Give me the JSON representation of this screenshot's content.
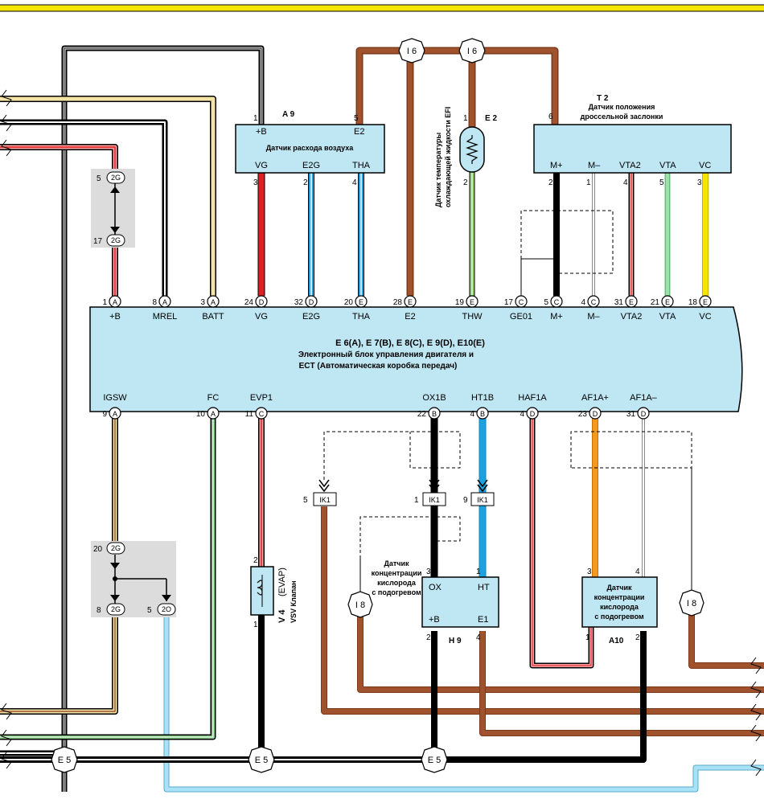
{
  "ecu": {
    "title": "E 6(A), E 7(B), E 8(C), E 9(D), E10(E)",
    "name1": "Электронный блок управления двигателя и",
    "name2": "ECT (Автоматическая коробка передач)",
    "top_pins": [
      {
        "name": "+B",
        "num": "1",
        "conn": "A"
      },
      {
        "name": "MREL",
        "num": "8",
        "conn": "A"
      },
      {
        "name": "BATT",
        "num": "3",
        "conn": "A"
      },
      {
        "name": "VG",
        "num": "24",
        "conn": "D"
      },
      {
        "name": "E2G",
        "num": "32",
        "conn": "D"
      },
      {
        "name": "THA",
        "num": "20",
        "conn": "E"
      },
      {
        "name": "E2",
        "num": "28",
        "conn": "E"
      },
      {
        "name": "THW",
        "num": "19",
        "conn": "E"
      },
      {
        "name": "GE01",
        "num": "17",
        "conn": "C"
      },
      {
        "name": "M+",
        "num": "5",
        "conn": "C"
      },
      {
        "name": "M–",
        "num": "4",
        "conn": "C"
      },
      {
        "name": "VTA2",
        "num": "31",
        "conn": "E"
      },
      {
        "name": "VTA",
        "num": "21",
        "conn": "E"
      },
      {
        "name": "VC",
        "num": "18",
        "conn": "E"
      }
    ],
    "bottom_pins": [
      {
        "name": "IGSW",
        "num": "9",
        "conn": "A"
      },
      {
        "name": "FC",
        "num": "10",
        "conn": "A"
      },
      {
        "name": "EVP1",
        "num": "11",
        "conn": "C"
      },
      {
        "name": "OX1B",
        "num": "22",
        "conn": "B"
      },
      {
        "name": "HT1B",
        "num": "4",
        "conn": "B"
      },
      {
        "name": "HAF1A",
        "num": "4",
        "conn": "D"
      },
      {
        "name": "AF1A+",
        "num": "23",
        "conn": "D"
      },
      {
        "name": "AF1A–",
        "num": "31",
        "conn": "D"
      }
    ]
  },
  "maf": {
    "code": "A 9",
    "name": "Датчик расхода воздуха",
    "pins": [
      {
        "name": "+B",
        "num": "1"
      },
      {
        "name": "E2",
        "num": "5"
      },
      {
        "name": "VG",
        "num": "3"
      },
      {
        "name": "E2G",
        "num": "2"
      },
      {
        "name": "THA",
        "num": "4"
      }
    ]
  },
  "tps": {
    "code": "T 2",
    "name1": "Датчик положения",
    "name2": "дроссельной заслонки",
    "pins": [
      {
        "name": "M+",
        "num": "2"
      },
      {
        "name": "M–",
        "num": "1"
      },
      {
        "name": "VTA2",
        "num": "4"
      },
      {
        "name": "VTA",
        "num": "5"
      },
      {
        "name": "VC",
        "num": "3"
      },
      {
        "name": "",
        "num": "6"
      }
    ]
  },
  "ect_sensor": {
    "code": "E 2",
    "name1": "Датчик температуры",
    "name2": "охлаждающей жидкости EFI",
    "pin1": "1",
    "pin2": "2"
  },
  "o2h9": {
    "code": "H 9",
    "name1": "Датчик",
    "name2": "концентрации",
    "name3": "кислорода",
    "name4": "с подогревом",
    "pins": [
      {
        "name": "OX",
        "num": "3"
      },
      {
        "name": "HT",
        "num": "1"
      },
      {
        "name": "+B",
        "num": "2"
      },
      {
        "name": "E1",
        "num": "4"
      }
    ]
  },
  "af10": {
    "code": "A10",
    "name1": "Датчик",
    "name2": "концентрации",
    "name3": "кислорода",
    "name4": "с подогревом",
    "pins": [
      {
        "num": "3"
      },
      {
        "num": "4"
      },
      {
        "num": "1"
      },
      {
        "num": "2"
      }
    ]
  },
  "vsv": {
    "code": "V 4",
    "sub": "(EVAP)",
    "name": "VSV Клапан",
    "pin_top": "2",
    "pin_bot": "1"
  },
  "junctions": {
    "i6": "I 6",
    "i8": "I 8",
    "e5": "E 5",
    "ik1": "IK1"
  },
  "ik1_pins": [
    "5",
    "1",
    "9"
  ],
  "connectors": {
    "c2g_a_top": {
      "num": "5",
      "label": "2G"
    },
    "c2g_a_bot": {
      "num": "17",
      "label": "2G"
    },
    "c2g_b_top": {
      "num": "20",
      "label": "2G"
    },
    "c2g_b_bot": {
      "num": "8",
      "label": "2G"
    },
    "c2o": {
      "num": "5",
      "label": "2O"
    }
  },
  "colors": {
    "brown": "#a0522d",
    "black": "#111111",
    "red": "#e02020",
    "blue": "#1aa3e0",
    "lightblue": "#8fd3f4",
    "green": "#7fc77f",
    "yellow": "#f5e600",
    "orange": "#f39a1e",
    "pink": "#f4a0a0",
    "cream": "#f3e3a6",
    "box": "#bfe6f3"
  }
}
